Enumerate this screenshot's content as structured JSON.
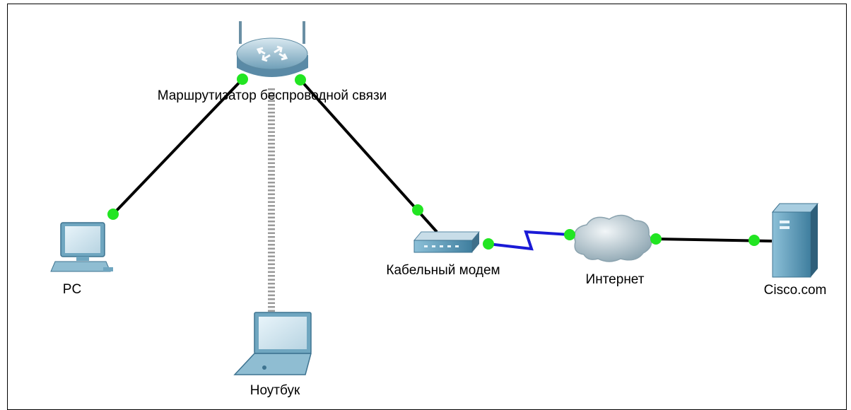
{
  "devices": {
    "router": {
      "label": "Маршрутизатор беспроводной связи",
      "icon": "wireless-router-icon"
    },
    "pc": {
      "label": "PC",
      "icon": "desktop-pc-icon"
    },
    "laptop": {
      "label": "Ноутбук",
      "icon": "laptop-icon"
    },
    "modem": {
      "label": "Кабельный модем",
      "icon": "cable-modem-icon"
    },
    "internet": {
      "label": "Интернет",
      "icon": "cloud-icon"
    },
    "server": {
      "label": "Cisco.com",
      "icon": "server-icon"
    }
  },
  "links": [
    {
      "from": "router",
      "to": "pc",
      "type": "ethernet"
    },
    {
      "from": "router",
      "to": "laptop",
      "type": "wireless"
    },
    {
      "from": "router",
      "to": "modem",
      "type": "ethernet"
    },
    {
      "from": "modem",
      "to": "internet",
      "type": "coaxial"
    },
    {
      "from": "internet",
      "to": "server",
      "type": "ethernet"
    }
  ],
  "colors": {
    "link_ethernet": "#000000",
    "link_coaxial": "#1a1ad6",
    "link_wireless": "#9a9a9a",
    "port_up": "#22e522",
    "device_blue": "#4a8fb0"
  }
}
